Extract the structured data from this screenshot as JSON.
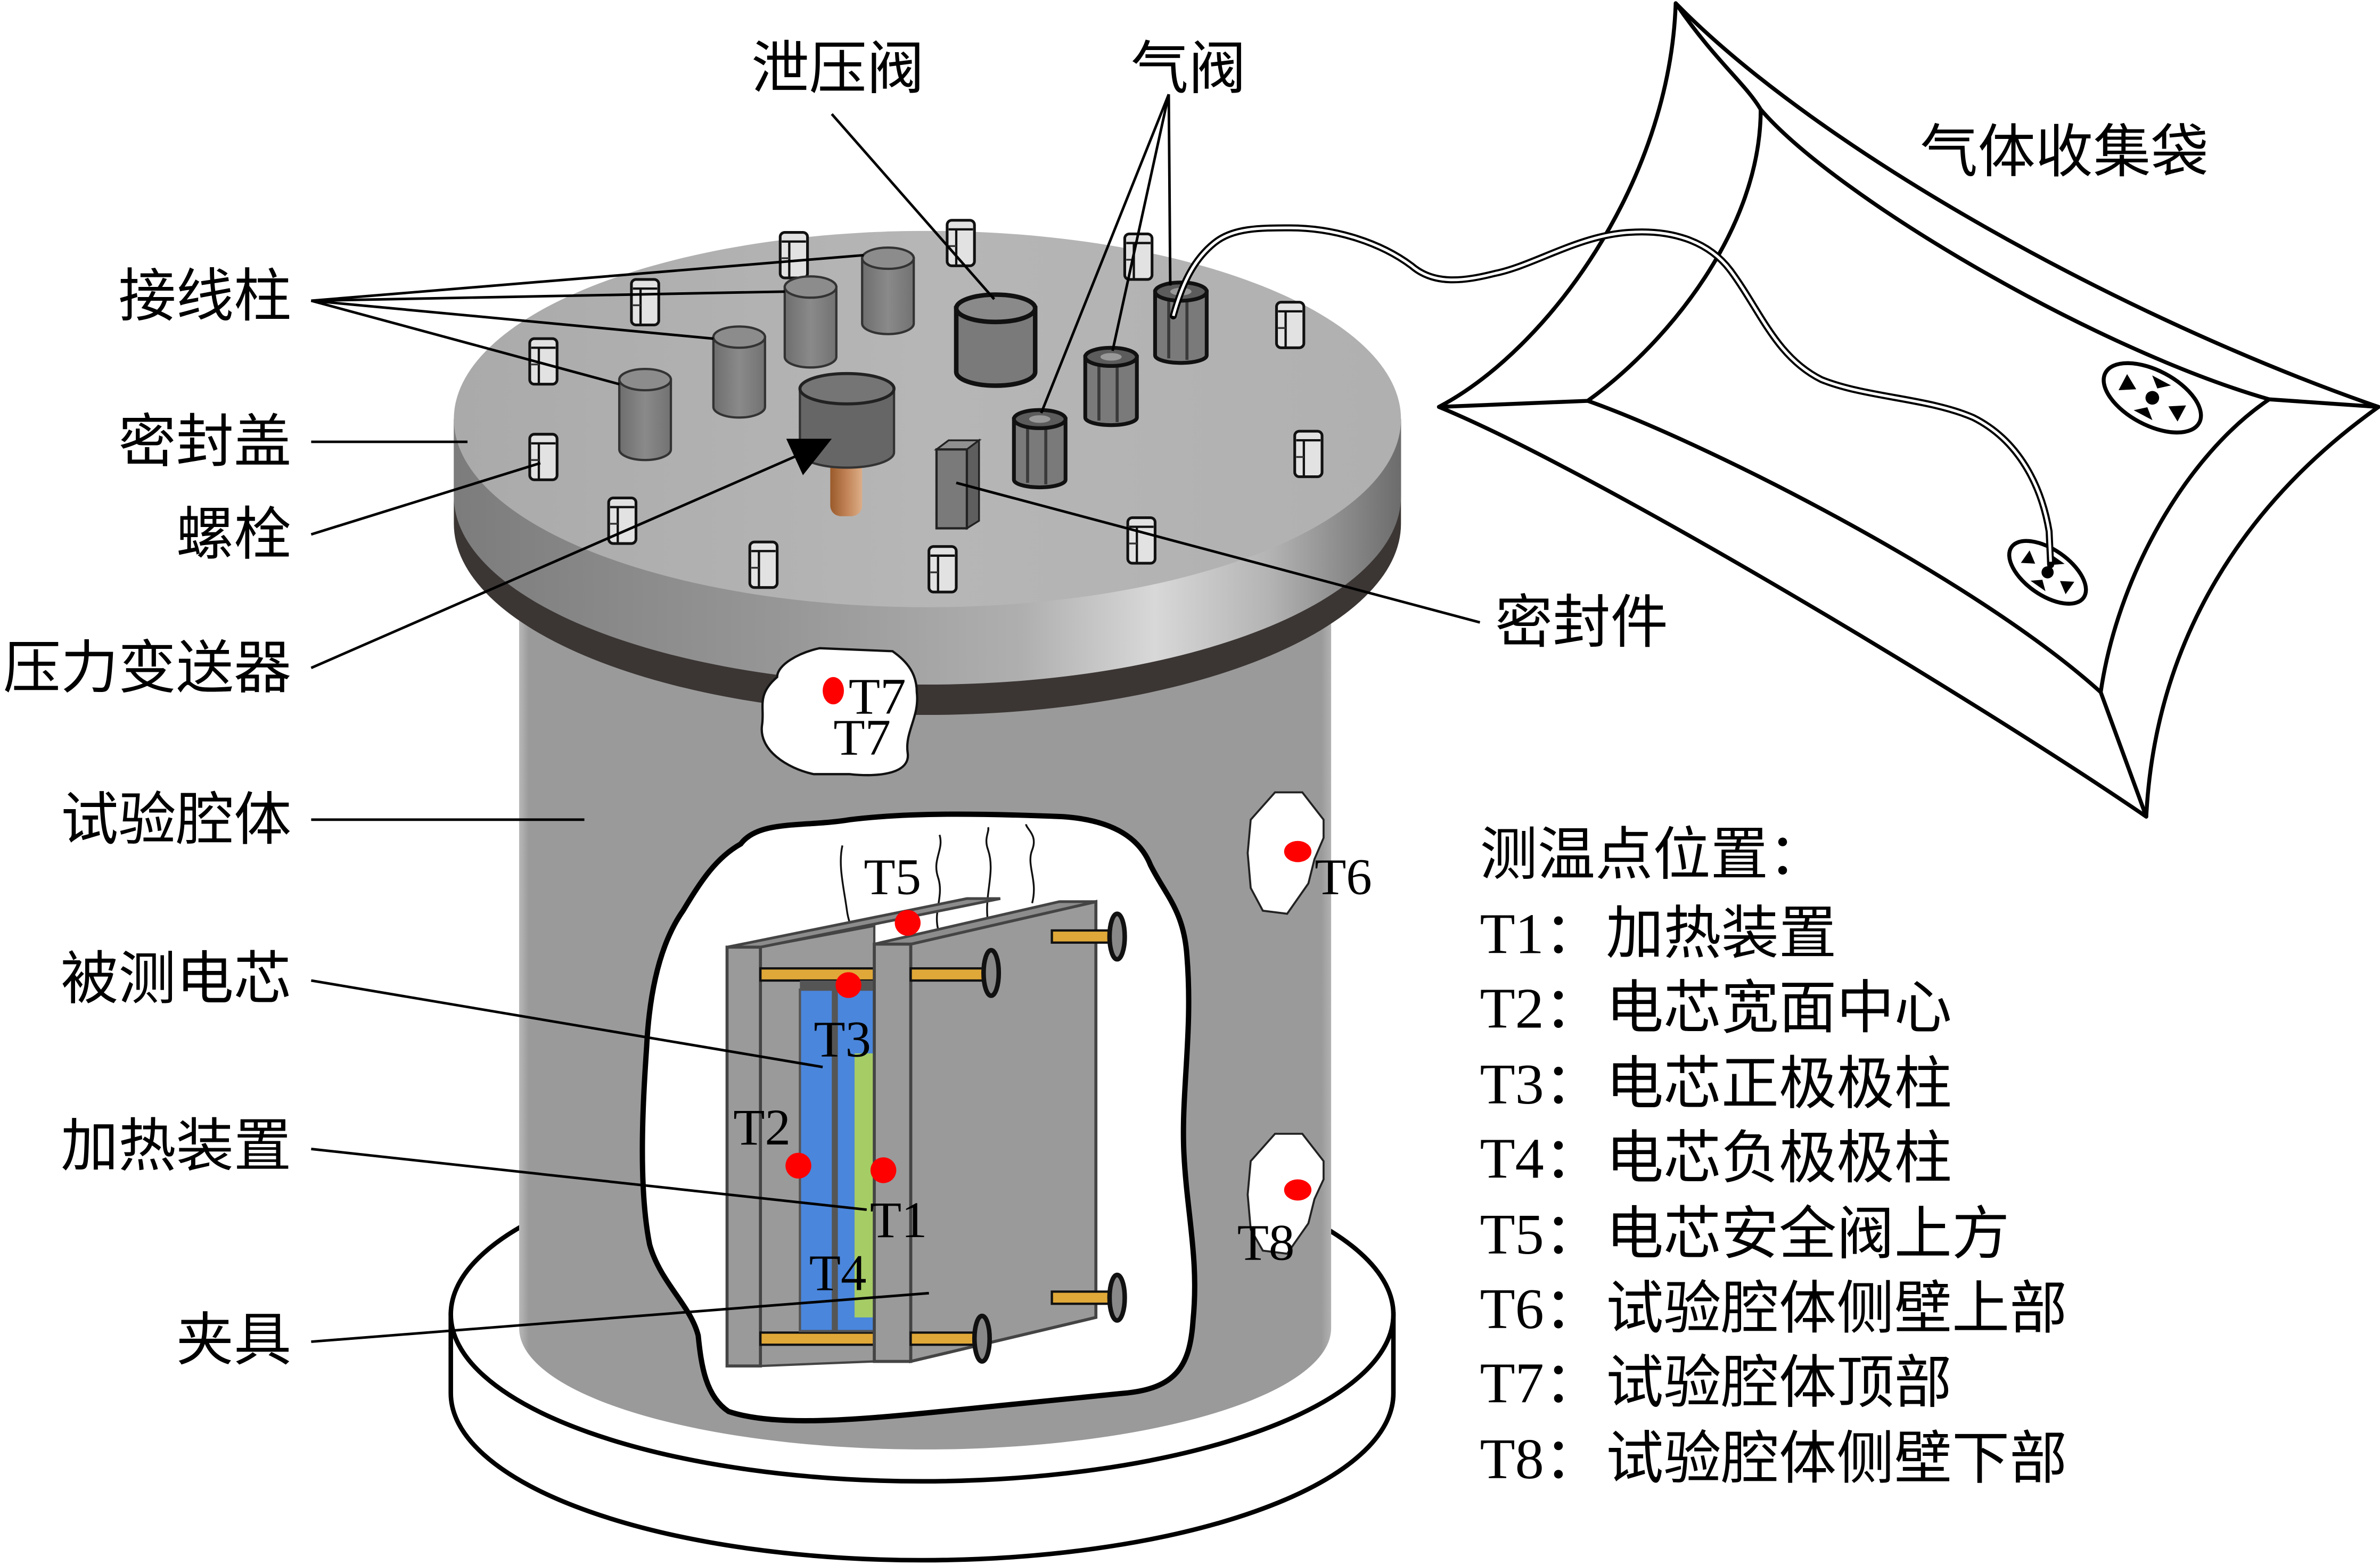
{
  "callouts": {
    "terminal_post": "接线柱",
    "seal_cover": "密封盖",
    "bolt": "螺栓",
    "pressure_transmitter": "压力变送器",
    "test_chamber": "试验腔体",
    "tested_cell": "被测电芯",
    "heater": "加热装置",
    "fixture": "夹具",
    "relief_valve": "泄压阀",
    "gas_valve": "气阀",
    "gas_collection_bag": "气体收集袋",
    "seal": "密封件"
  },
  "markers": {
    "t1": "T1",
    "t2": "T2",
    "t3": "T3",
    "t4": "T4",
    "t5": "T5",
    "t6": "T6",
    "t7": "T7",
    "t8": "T8"
  },
  "legend": {
    "title": "测温点位置：",
    "items": [
      {
        "id": "T1",
        "separator": "：",
        "description": "加热装置"
      },
      {
        "id": "T2",
        "separator": "：",
        "description": "电芯宽面中心"
      },
      {
        "id": "T3",
        "separator": "：",
        "description": "电芯正极极柱"
      },
      {
        "id": "T4",
        "separator": "：",
        "description": "电芯负极极柱"
      },
      {
        "id": "T5",
        "separator": "：",
        "description": "电芯安全阀上方"
      },
      {
        "id": "T6",
        "separator": "：",
        "description": "试验腔体侧壁上部"
      },
      {
        "id": "T7",
        "separator": "：",
        "description": "试验腔体顶部"
      },
      {
        "id": "T8",
        "separator": "：",
        "description": "试验腔体侧壁下部"
      }
    ]
  },
  "colors": {
    "marker_dot": "#ff0000",
    "cell_body": "#4a86dc",
    "heater_strip": "#a6cc66",
    "chamber": "#9a9a9a",
    "clamp": "#9a9a9a",
    "seal_ring": "#3b3634",
    "clamp_rod": "#e0a838",
    "cutaway": "#ffffff"
  }
}
